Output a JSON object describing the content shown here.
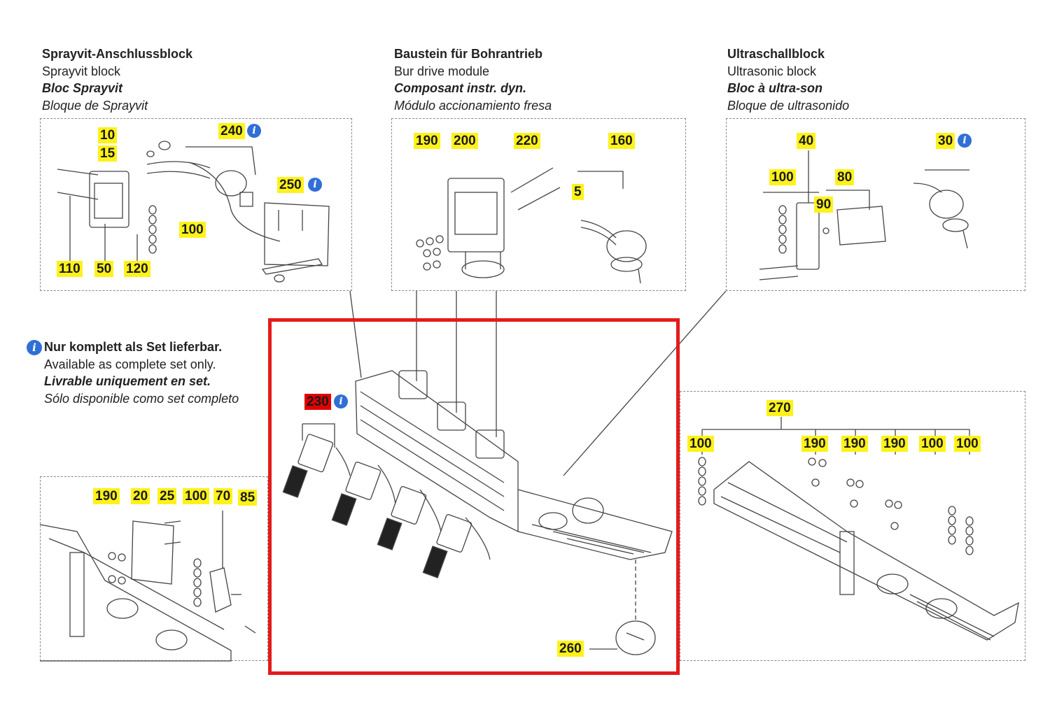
{
  "sections": {
    "sprayvit": {
      "de": "Sprayvit-Anschlussblock",
      "en": "Sprayvit block",
      "fr": "Bloc Sprayvit",
      "es": "Bloque de Sprayvit"
    },
    "bur_drive": {
      "de": "Baustein für Bohrantrieb",
      "en": "Bur drive module",
      "fr": "Composant instr. dyn.",
      "es": "Módulo accionamiento fresa"
    },
    "ultrasonic": {
      "de": "Ultraschallblock",
      "en": "Ultrasonic block",
      "fr": "Bloc à ultra-son",
      "es": "Bloque de ultrasonido"
    }
  },
  "note": {
    "icon": "info-icon",
    "de": "Nur komplett als Set lieferbar.",
    "en": "Available as complete set only.",
    "fr": "Livrable uniquement en set.",
    "es": "Sólo disponible como set completo"
  },
  "labels": {
    "sprayvit": [
      "10",
      "15",
      "240",
      "250",
      "100",
      "110",
      "50",
      "120"
    ],
    "bur_drive": [
      "190",
      "200",
      "220",
      "160",
      "5"
    ],
    "ultrasonic": [
      "40",
      "30",
      "100",
      "80",
      "90"
    ],
    "main": [
      "230",
      "260"
    ],
    "left_lower": [
      "190",
      "20",
      "25",
      "100",
      "70",
      "85"
    ],
    "right_lower": [
      "270",
      "100",
      "190",
      "190",
      "190",
      "100",
      "100"
    ]
  },
  "colors": {
    "label_bg": "#fff21a",
    "highlight_label_bg": "#e00000",
    "highlight_frame": "#e41b1b",
    "info_icon": "#2f6fd6"
  }
}
